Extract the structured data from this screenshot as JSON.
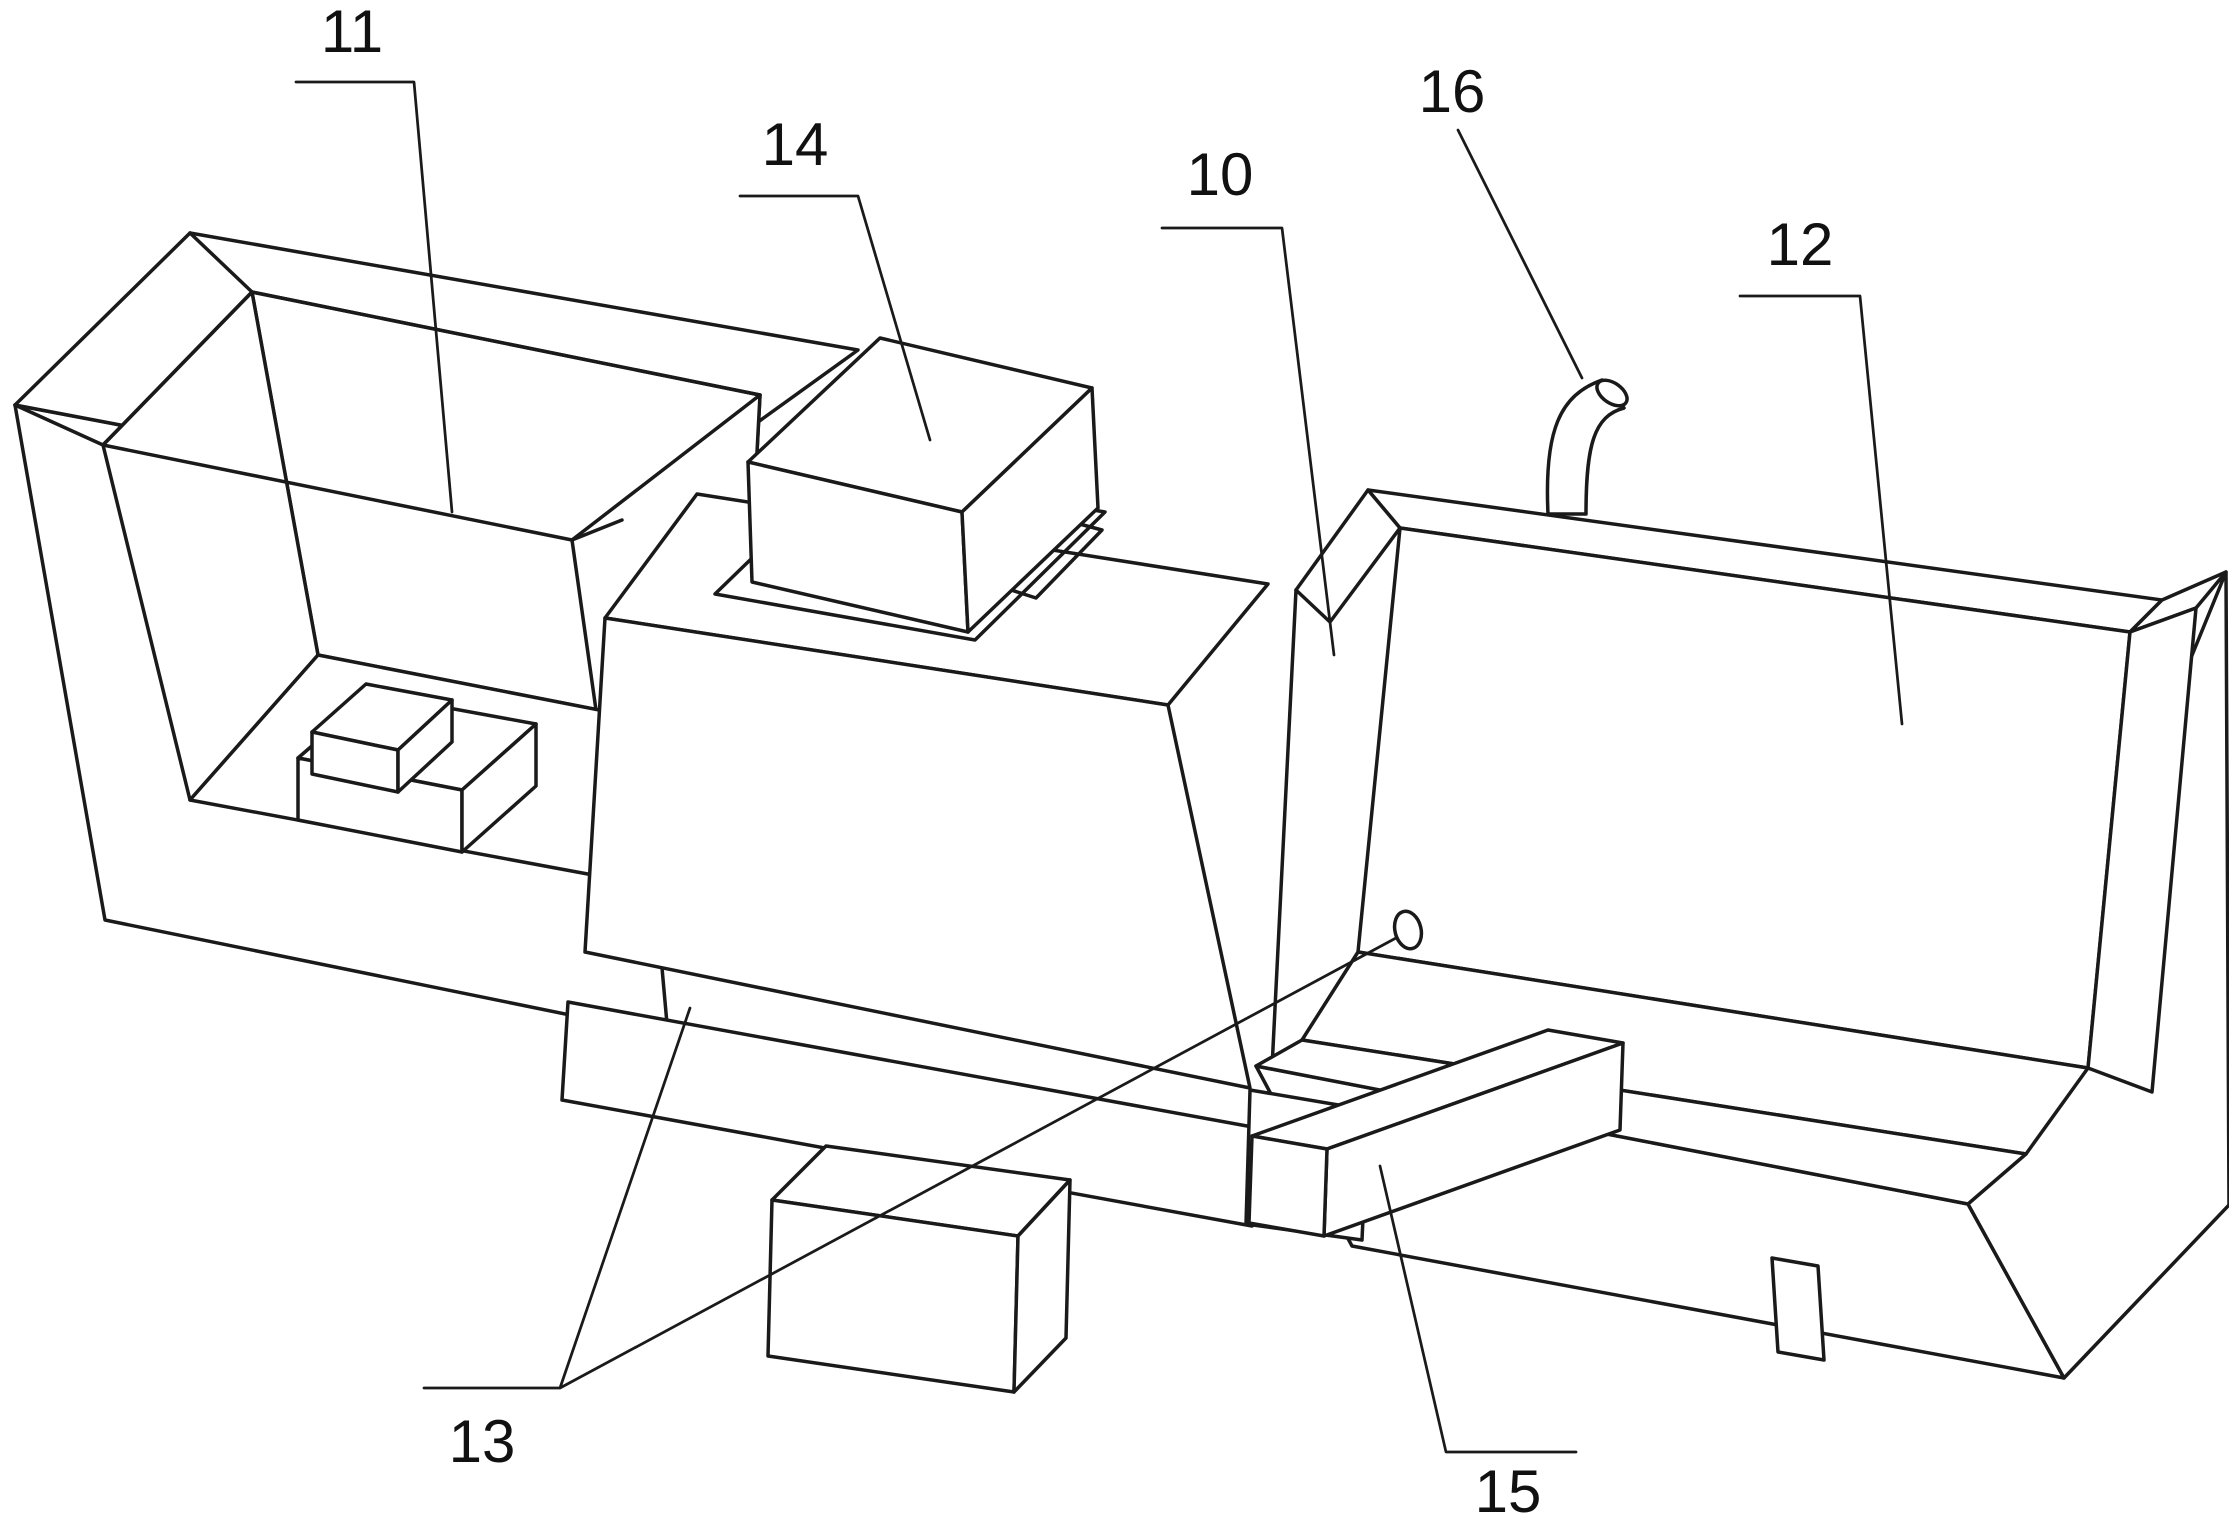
{
  "page": {
    "background": "#ffffff",
    "line_color": "#1a1a1a"
  },
  "figure": {
    "labels": [
      {
        "ref": "11"
      },
      {
        "ref": "14"
      },
      {
        "ref": "10"
      },
      {
        "ref": "16"
      },
      {
        "ref": "12"
      },
      {
        "ref": "13"
      },
      {
        "ref": "15"
      }
    ]
  }
}
